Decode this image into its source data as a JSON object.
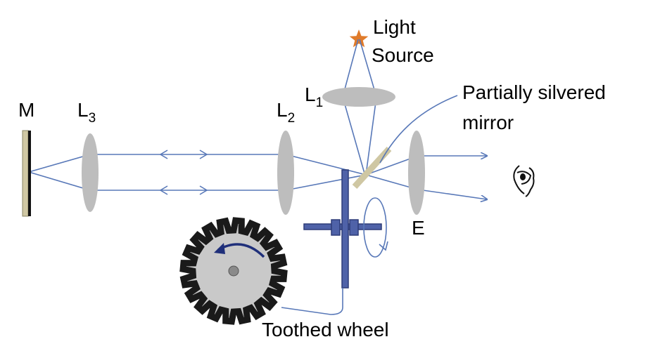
{
  "labels": {
    "light": "Light",
    "source": "Source",
    "l1_main": "L",
    "l1_sub": "1",
    "l2_main": "L",
    "l2_sub": "2",
    "l3_main": "L",
    "l3_sub": "3",
    "mirror_m": "M",
    "eyepiece": "E",
    "partial_line1": "Partially silvered",
    "partial_line2": "mirror",
    "toothed_wheel": "Toothed wheel"
  },
  "colors": {
    "ray": "#5878b8",
    "lens": "#bdbdbd",
    "mirror": "#cfc7a3",
    "star": "#e07b2a",
    "wheel": "#c9c9c9",
    "axle": "#4f62a8"
  },
  "icons": [
    "star-icon",
    "eye-icon",
    "rotation-arrow-icon"
  ],
  "wheel": {
    "tooth_count": 20
  }
}
